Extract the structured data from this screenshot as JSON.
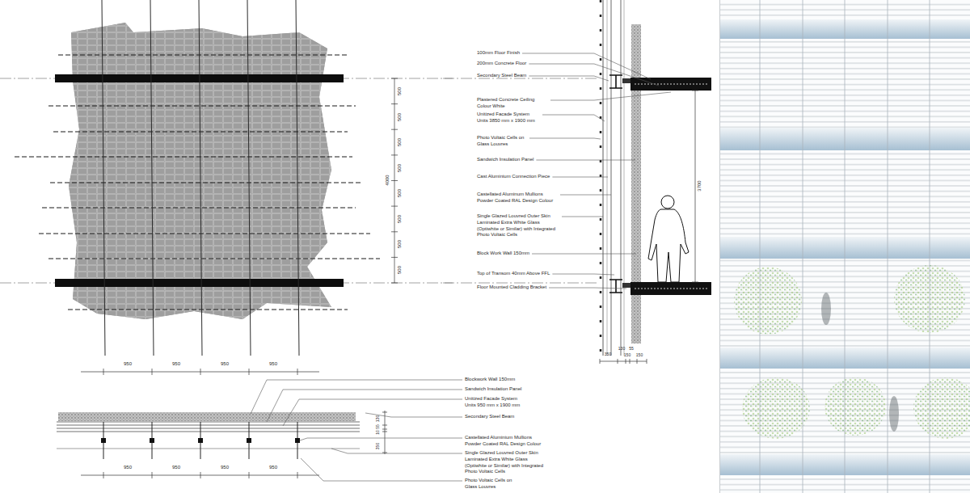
{
  "diagram": {
    "labels": [
      "500",
      "500",
      "500",
      "500",
      "500",
      "500",
      "500",
      "500",
      "4000",
      "950",
      "950",
      "950",
      "950",
      "950",
      "950",
      "950",
      "950",
      "130",
      "55",
      "10",
      "350",
      "100mm Floor Finish",
      "200mm Concrete Floor",
      "Secondary Steel Beam",
      "Plastered Concrete Ceiling Colour White",
      "Unitized Facade System Units 3850 mm x 1900 mm",
      "Photo Voltaic Cells on Glass Louvres",
      "Sandwich Insulation Panel",
      "Cast Aluminium Connection Piece",
      "Castellated Aluminum Mullions Powder Coated RAL Design Colour",
      "Single Glazed Louvred Outer Skin Laminated Extra White Glass (Optiwhite or Similar) with Integrated Photo Voltaic Cells",
      "Block Work Wall 150mm",
      "Top of Transom 40mm Above FFL",
      "Floor Mounted Cladding Bracket",
      "3700",
      "350",
      "130",
      "55",
      "150",
      "150",
      "Blockwork Wall 150mm",
      "Sandwich Insulation Panel",
      "Unitized Facade System Units 950 mm x 1900 mm",
      "Secondary Steel Beam",
      "Castellated Aluminium Mullions Powder Coated RAL Design Colour",
      "Single Glazed Louvred Outer Skin Laminated Extra White Glass (Optiwhite or Similar) with Integrated Photo Voltaic Cells",
      "Photo Voltaic Cells on Glass Louvres"
    ]
  }
}
